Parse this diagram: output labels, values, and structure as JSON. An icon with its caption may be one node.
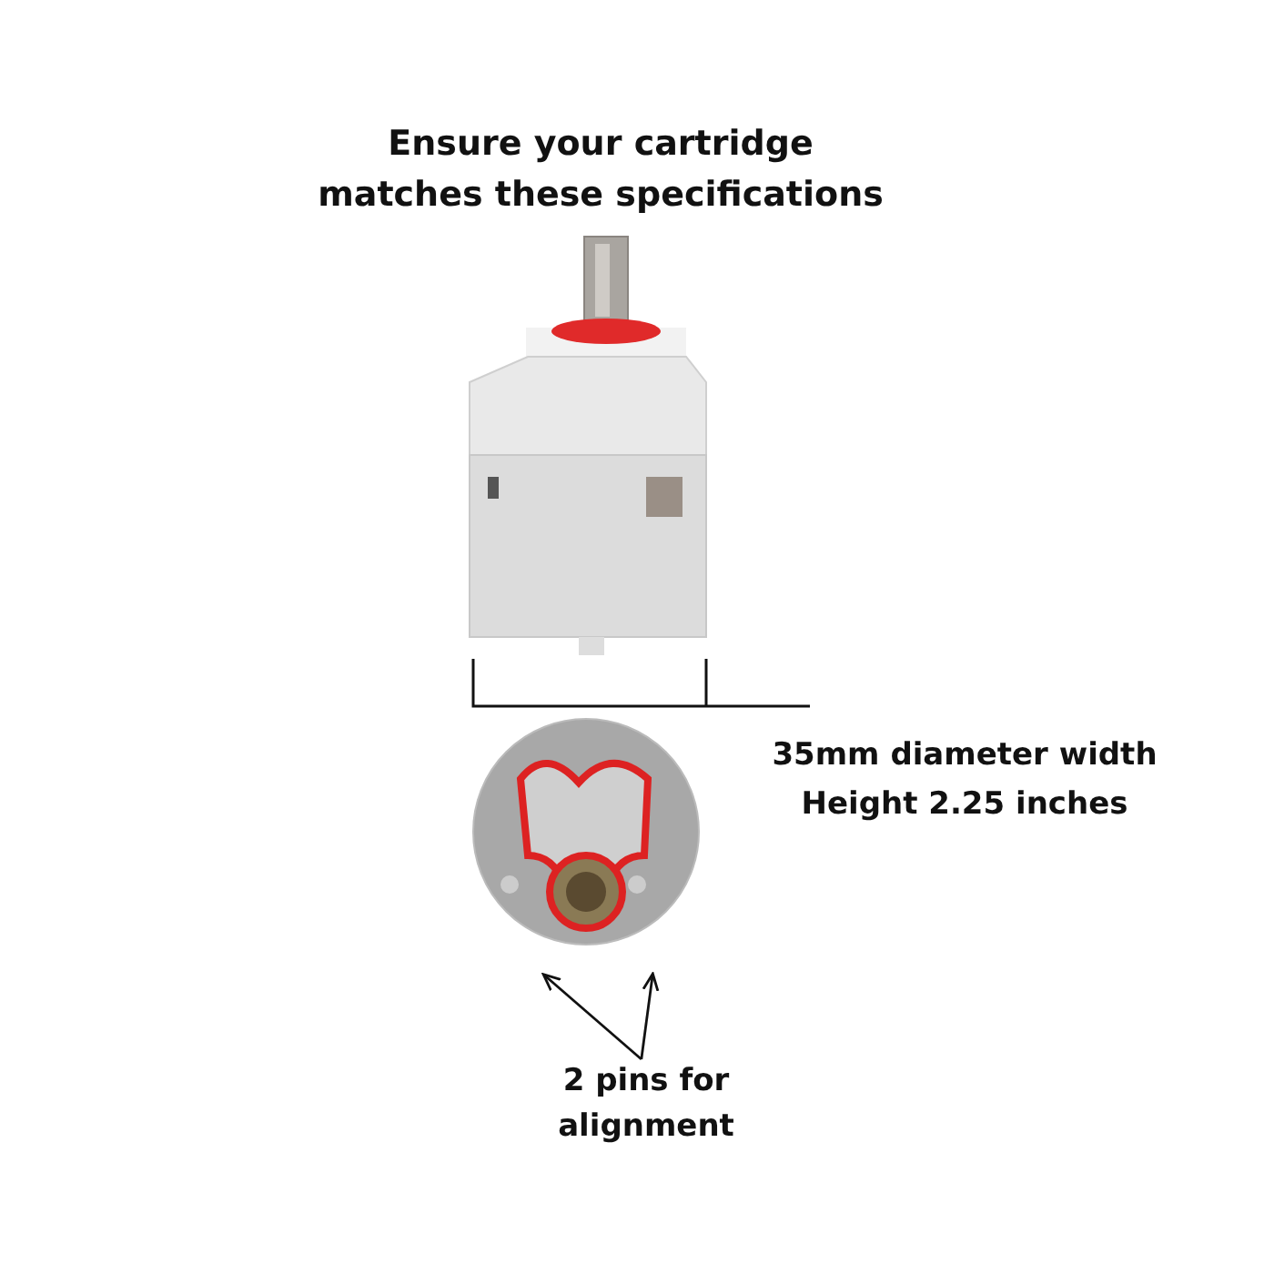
{
  "diagram": {
    "title": "Ensure your cartridge matches these specifications",
    "nodes": [
      {
        "text": [
          "2 pins for alignment"
        ]
      },
      {
        "text": [],
        "shape": "picture"
      }
    ],
    "edges": [
      {
        "from": 0,
        "to": 1,
        "arrow": "to"
      },
      {
        "from": 0,
        "to": 1,
        "arrow": "to"
      }
    ],
    "labels": [
      "35mm diameter width",
      "Height 2.25 inches"
    ]
  }
}
